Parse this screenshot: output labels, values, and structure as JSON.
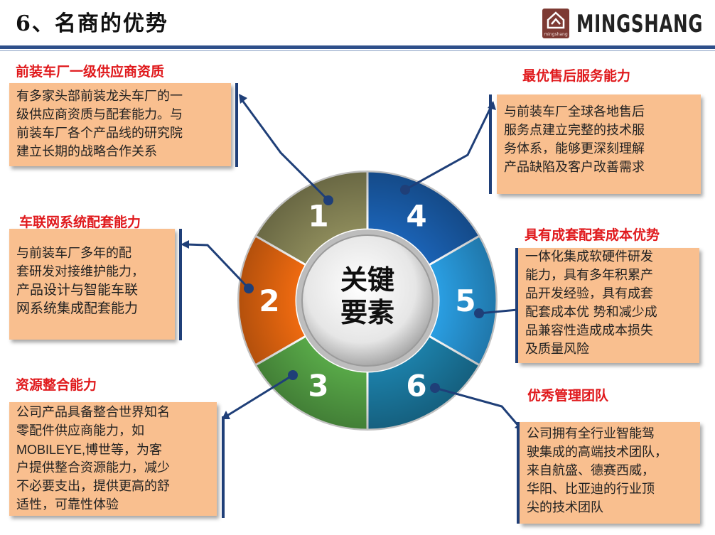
{
  "slide": {
    "title": "6、名商的优势",
    "logo": {
      "brand": "MINGSHANG",
      "sub": "mingshang"
    }
  },
  "center": {
    "line1": "关键",
    "line2": "要素"
  },
  "segments": [
    {
      "number": "1",
      "color": "#8c8a5a"
    },
    {
      "number": "2",
      "color": "#ee6a10"
    },
    {
      "number": "3",
      "color": "#58a848"
    },
    {
      "number": "4",
      "color": "#1b62b4"
    },
    {
      "number": "5",
      "color": "#2a9ee2"
    },
    {
      "number": "6",
      "color": "#1c7fa8"
    }
  ],
  "cards": [
    {
      "heading": "前装车厂一级供应商资质",
      "lines": [
        "有多家头部前装龙头车厂的一",
        "级供应商资质与配套能力。与",
        "前装车厂各个产品线的研究院",
        "建立长期的战略合作关系"
      ]
    },
    {
      "heading": "车联网系统配套能力",
      "lines": [
        "与前装车厂多年的配",
        "套研发对接维护能力，",
        "产品设计与智能车联",
        "网系统集成配套能力"
      ]
    },
    {
      "heading": "资源整合能力",
      "lines": [
        "公司产品具备整合世界知名",
        "零配件供应商能力，如",
        "MOBILEYE,博世等，为客",
        "户提供整合资源能力，减少",
        "不必要支出，提供更高的舒",
        "适性，可靠性体验"
      ]
    },
    {
      "heading": "最优售后服务能力",
      "lines": [
        "与前装车厂全球各地售后",
        "服务点建立完整的技术服",
        "务体系，能够更深刻理解",
        "产品缺陷及客户改善需求"
      ]
    },
    {
      "heading": "具有成套配套成本优势",
      "lines": [
        "一体化集成软硬件研发",
        "能力，具有多年积累产",
        "品开发经验，具有成套",
        "配套成本优 势和减少成",
        "品兼容性造成成本损失",
        "及质量风险"
      ]
    },
    {
      "heading": "优秀管理团队",
      "lines": [
        "公司拥有全行业智能驾",
        "驶集成的高端技术团队，",
        "来自航盛、德赛西威，",
        "华阳、比亚迪的行业顶",
        "尖的技术团队"
      ]
    }
  ]
}
